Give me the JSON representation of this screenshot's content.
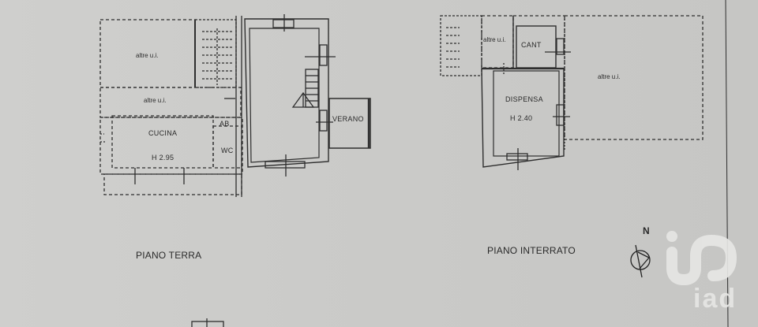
{
  "floor_plans": [
    {
      "title": "PIANO TERRA",
      "rooms": [
        {
          "label": "altre u.i.",
          "position": "top-left"
        },
        {
          "label": "altre u.i.",
          "position": "middle-left"
        },
        {
          "label": "CUCINA",
          "height": "H 2.95"
        },
        {
          "label": "AB"
        },
        {
          "label": "WC"
        },
        {
          "label": "VERANO"
        }
      ]
    },
    {
      "title": "PIANO INTERRATO",
      "rooms": [
        {
          "label": "altre u.i.",
          "position": "top-left"
        },
        {
          "label": "CANT"
        },
        {
          "label": "DISPENSA",
          "height": "H 2.40"
        },
        {
          "label": "altre u.i.",
          "position": "right"
        }
      ]
    }
  ],
  "compass": {
    "label": "N"
  },
  "watermark": {
    "brand": "iad",
    "colors": {
      "logo": "#e6e6e4"
    }
  },
  "colors": {
    "paper": "#cbcbc9",
    "ink": "#2a2a2a"
  }
}
